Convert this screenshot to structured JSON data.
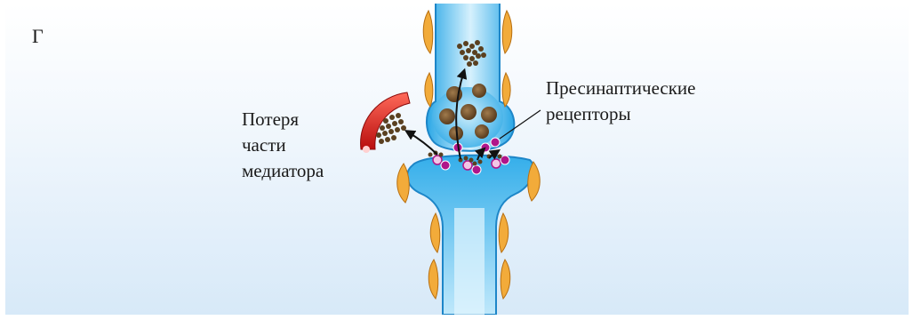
{
  "panel_label": "Г",
  "labels": {
    "mediator_loss": [
      "Потеря",
      "части",
      "медиатора"
    ],
    "presynaptic_receptors": [
      "Пресинаптические",
      "рецепторы"
    ]
  },
  "colors": {
    "neuron_fill": "#3ab3ea",
    "myelin": "#f2ab3a",
    "vesicle": "#6a4a2a",
    "receptor": "#b0168a",
    "vessel": "#d61f1f"
  }
}
